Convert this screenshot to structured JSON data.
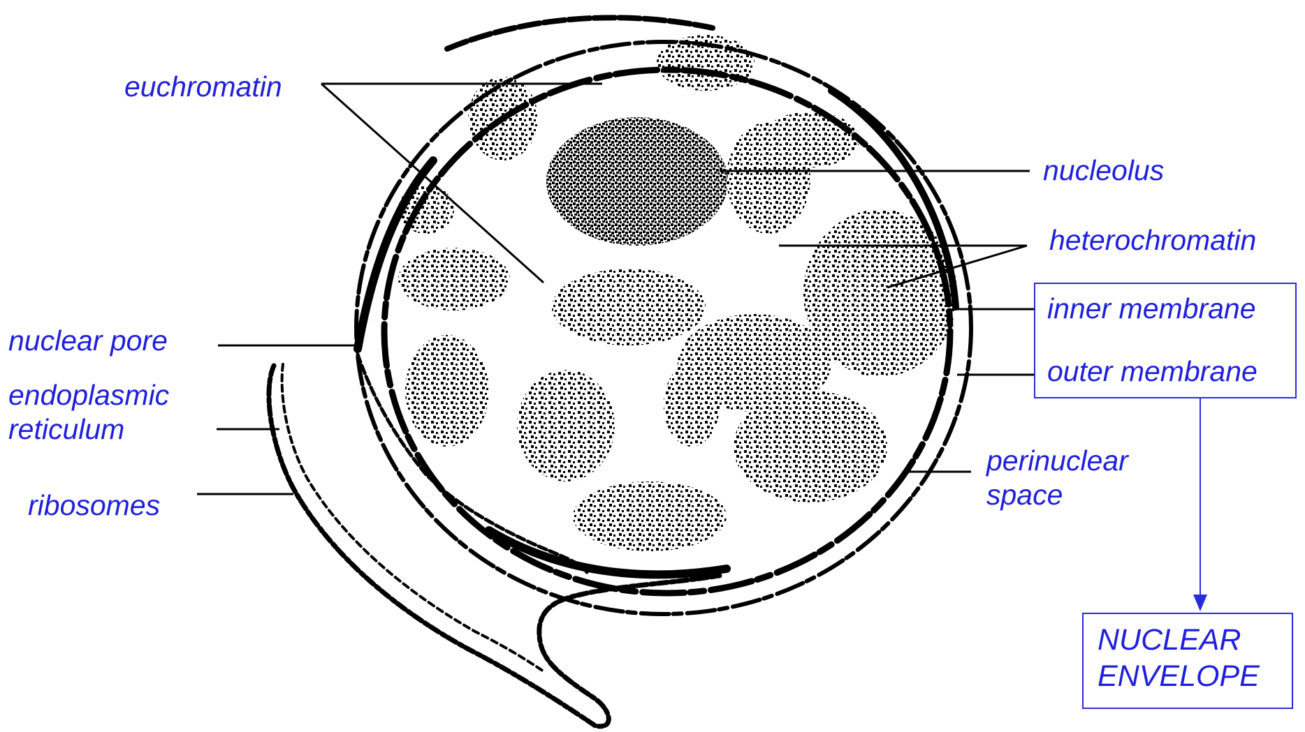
{
  "labels": {
    "euchromatin": "euchromatin",
    "nucleolus": "nucleolus",
    "heterochromatin": "heterochromatin",
    "inner_membrane": "inner membrane",
    "outer_membrane": "outer membrane",
    "nuclear_pore": "nuclear pore",
    "endoplasmic_line1": "endoplasmic",
    "endoplasmic_line2": "reticulum",
    "ribosomes": "ribosomes",
    "perinuclear_line1": "perinuclear",
    "perinuclear_line2": "space",
    "envelope_line1": "NUCLEAR",
    "envelope_line2": "ENVELOPE"
  },
  "colors": {
    "label_text": "#1f1fdc",
    "bracket": "#2b2bd9",
    "drawing": "#000000",
    "background": "#ffffff"
  }
}
